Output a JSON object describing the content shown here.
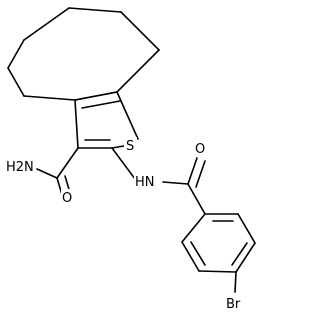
{
  "structure": {
    "atom_labels": {
      "sulfur": "S",
      "amide_nitrogen_h2": "H2N",
      "amide_oxygen": "O",
      "nh": "HN",
      "benzoyl_oxygen": "O",
      "bromine": "Br"
    },
    "colors": {
      "bonds": "#000000",
      "labels": "#000000",
      "background": "#ffffff"
    }
  }
}
